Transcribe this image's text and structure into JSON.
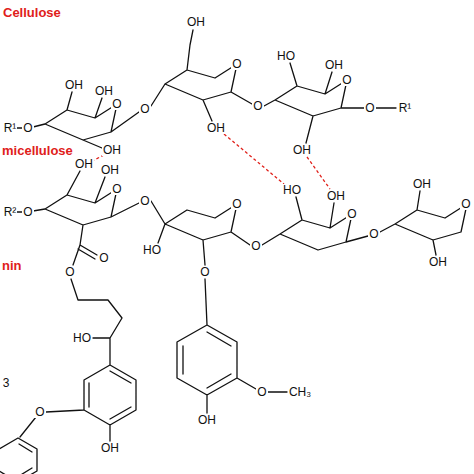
{
  "diagram": {
    "labels": [
      "Cellulose",
      "micellulose",
      "nin",
      "O",
      "O",
      "R¹",
      "OH",
      "OH",
      "OH",
      "O",
      "O",
      "OH",
      "OH",
      "O",
      "HO",
      "OH",
      "O",
      "OH",
      "O",
      "R¹",
      "O",
      "O",
      "R²",
      "OH",
      "OH",
      "O",
      "O",
      "O",
      "HO",
      "OH",
      "O",
      "3",
      "O",
      "HO",
      "O",
      "O",
      "OH",
      "O",
      "CH₃",
      "HO",
      "OH",
      "O",
      "O",
      "O",
      "OH",
      "OH"
    ]
  }
}
